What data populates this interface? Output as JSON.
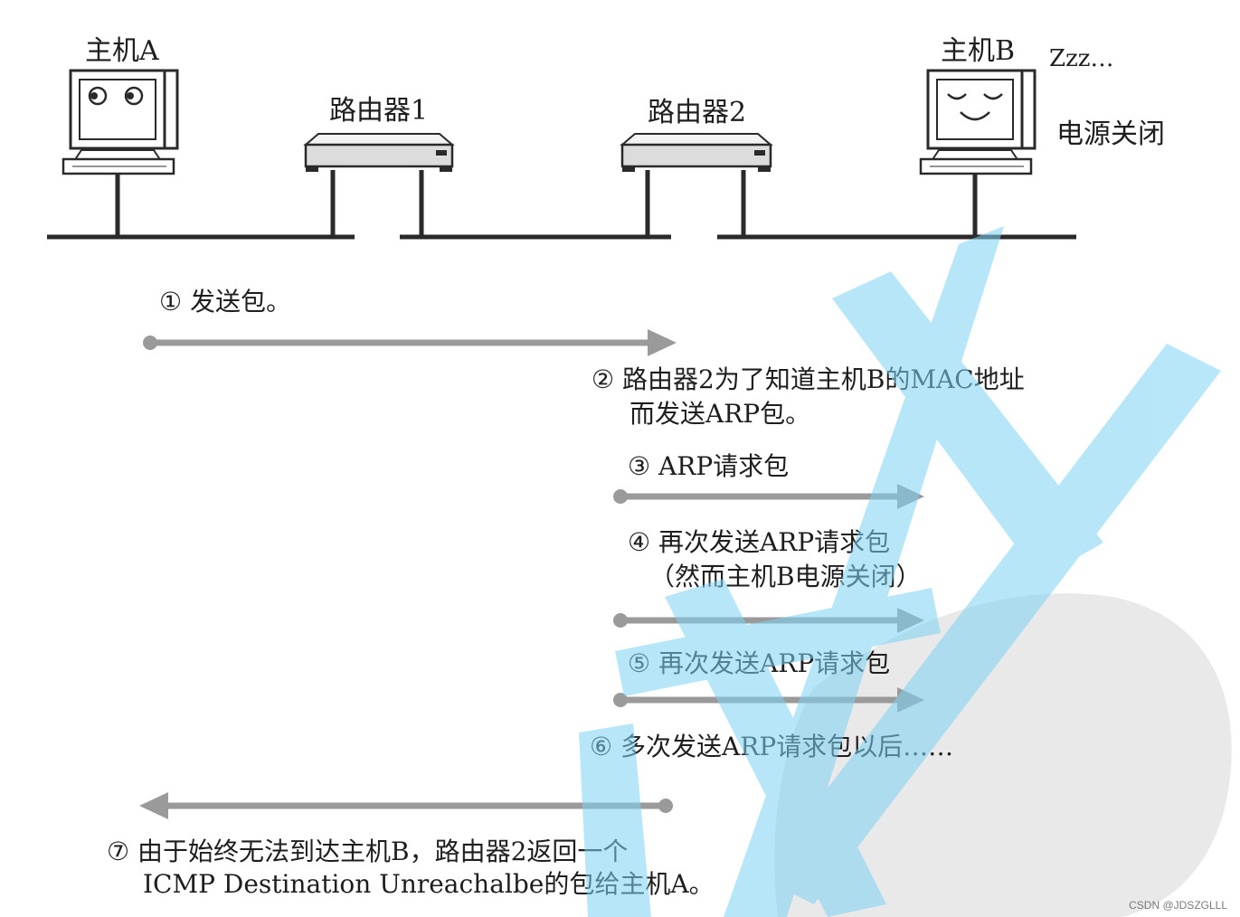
{
  "hosts": {
    "host_a": "主机A",
    "host_b": "主机B",
    "zzz": "Zzz…",
    "power_off": "电源关闭"
  },
  "routers": {
    "router1": "路由器1",
    "router2": "路由器2"
  },
  "steps": [
    {
      "mark": "①",
      "lines": [
        "发送包。"
      ]
    },
    {
      "mark": "②",
      "lines": [
        "路由器2为了知道主机B的MAC地址",
        "而发送ARP包。"
      ]
    },
    {
      "mark": "③",
      "lines": [
        "ARP请求包"
      ]
    },
    {
      "mark": "④",
      "lines": [
        "再次发送ARP请求包",
        "（然而主机B电源关闭）"
      ]
    },
    {
      "mark": "⑤",
      "lines": [
        "再次发送ARP请求包"
      ]
    },
    {
      "mark": "⑥",
      "lines": [
        "多次发送ARP请求包以后……"
      ]
    },
    {
      "mark": "⑦",
      "lines": [
        "由于始终无法到达主机B，路由器2返回一个",
        "ICMP Destination Unreachalbe的包给主机A。"
      ]
    }
  ],
  "colors": {
    "line": "#2a2a2a",
    "arrow": "#9a9a9a",
    "overlay": "#7fd3f5"
  },
  "watermark": "CSDN @JDSZGLLL"
}
